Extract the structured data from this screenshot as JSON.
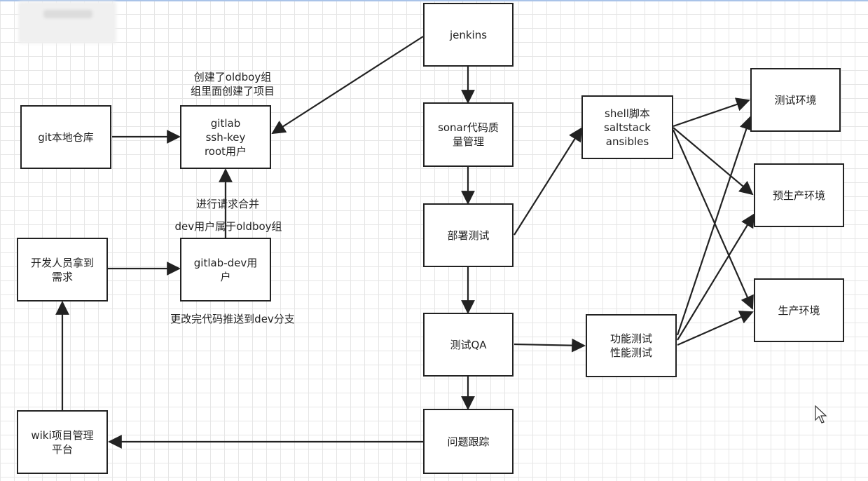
{
  "nodes": {
    "jenkins": "jenkins",
    "sonar": "sonar代码质\n量管理",
    "deploy_test": "部署测试",
    "test_qa": "测试QA",
    "issue_tracking": "问题跟踪",
    "git_local": "git本地仓库",
    "gitlab": "gitlab\nssh-key\nroot用户",
    "developer": "开发人员拿到\n需求",
    "gitlab_dev": "gitlab-dev用\n户",
    "wiki": "wiki项目管理\n平台",
    "scripts": "shell脚本\nsaltstack\nansibles",
    "func_perf_test": "功能测试\n性能测试",
    "test_env": "测试环境",
    "preprod_env": "预生产环境",
    "prod_env": "生产环境"
  },
  "labels": {
    "created_group": "创建了oldboy组\n组里面创建了项目",
    "merge_request": "进行请求合并",
    "dev_belongs": "dev用户属于oldboy组",
    "push_dev": "更改完代码推送到dev分支"
  },
  "colors": {
    "stroke": "#222222",
    "grid": "#e6e6e6"
  },
  "icons": {
    "cursor": "mouse-pointer-icon"
  }
}
